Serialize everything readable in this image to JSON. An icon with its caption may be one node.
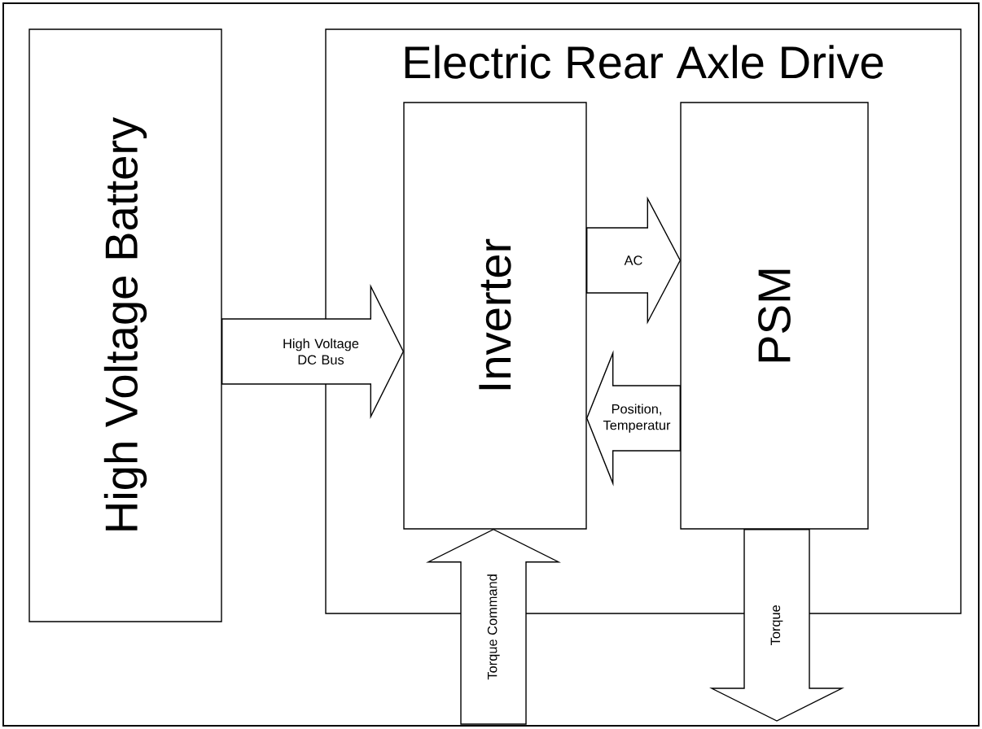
{
  "diagram": {
    "nodes": [
      {
        "text": [
          "High Voltage Battery"
        ]
      },
      {
        "text": [
          "Electric Rear Axle Drive"
        ]
      },
      {
        "text": [
          "Inverter"
        ],
        "in": 1
      },
      {
        "text": [
          "PSM"
        ],
        "in": 1
      }
    ],
    "edges": [
      {
        "from": 0,
        "to": 2,
        "arrow": "to",
        "label": "High Voltage DC Bus"
      },
      {
        "from": 2,
        "to": 3,
        "arrow": "to",
        "label": "AC"
      },
      {
        "from": 3,
        "to": 2,
        "arrow": "to",
        "label": "Position, Temperatur"
      },
      {
        "from": null,
        "to": 2,
        "arrow": "to",
        "label": "Torque Command"
      },
      {
        "from": 3,
        "to": null,
        "arrow": "to",
        "label": "Torque"
      }
    ]
  }
}
